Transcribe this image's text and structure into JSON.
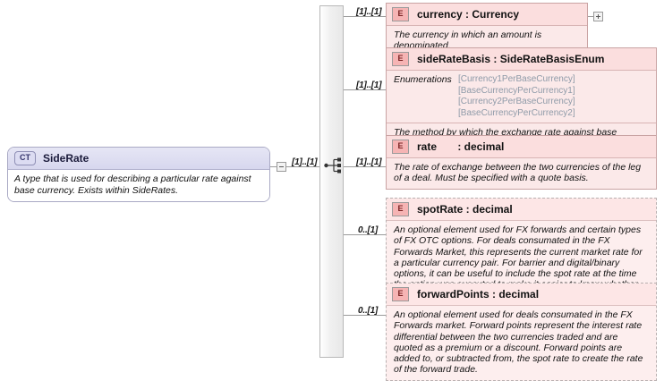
{
  "complex_type": {
    "badge": "CT",
    "name": "SideRate",
    "documentation": "A type that is used for describing a particular rate against base currency. Exists within SideRates.",
    "collapse_icon": "minus-box-icon",
    "cardinality": "[1]..[1]"
  },
  "compositor": {
    "type": "sequence",
    "icon": "sequence-icon",
    "cardinality": "[1]..[1]"
  },
  "elements": [
    {
      "badge": "E",
      "name": "currency : Currency",
      "cardinality": "[1]..[1]",
      "optional": false,
      "documentation": "The currency in which an amount is denominated.",
      "expand_icon": "plus-box-icon"
    },
    {
      "badge": "E",
      "name": "sideRateBasis : SideRateBasisEnum",
      "cardinality": "[1]..[1]",
      "optional": false,
      "enum_label": "Enumerations",
      "enumerations": [
        "[Currency1PerBaseCurrency]",
        "[BaseCurrencyPerCurrency1]",
        "[Currency2PerBaseCurrency]",
        "[BaseCurrencyPerCurrency2]"
      ],
      "documentation": "The method by which the exchange rate against base currency is quoted."
    },
    {
      "badge": "E",
      "name": "rate       : decimal",
      "cardinality": "[1]..[1]",
      "optional": false,
      "documentation": "The rate of exchange between the two currencies of the leg of a deal. Must be specified with a quote basis."
    },
    {
      "badge": "E",
      "name": "spotRate : decimal",
      "cardinality": "0..[1]",
      "optional": true,
      "documentation": "An optional element used for FX forwards and certain types of FX OTC options. For deals consumated in the FX Forwards Market, this represents the current market rate for a particular currency pair. For barrier and digital/binary options, it can be useful to include the spot rate at the time the option was executed to make it easier to know whether the option needs to move \"up\" or \"down\" to be triggered."
    },
    {
      "badge": "E",
      "name": "forwardPoints : decimal",
      "cardinality": "0..[1]",
      "optional": true,
      "documentation": "An optional element used for deals consumated in the FX Forwards market. Forward points represent the interest rate differential between the two currencies traded and are quoted as a premium or a discount. Forward points are added to, or subtracted from, the spot rate to create the rate of the forward trade."
    }
  ],
  "colors": {
    "element_fill": "#fbe9e9",
    "element_header": "#fbdede",
    "element_border": "#c9a3a3",
    "type_header": "#dcdcf2",
    "type_border": "#a9a9c4",
    "enum_text": "#8e9aa8",
    "connector": "#9a9a9a"
  }
}
